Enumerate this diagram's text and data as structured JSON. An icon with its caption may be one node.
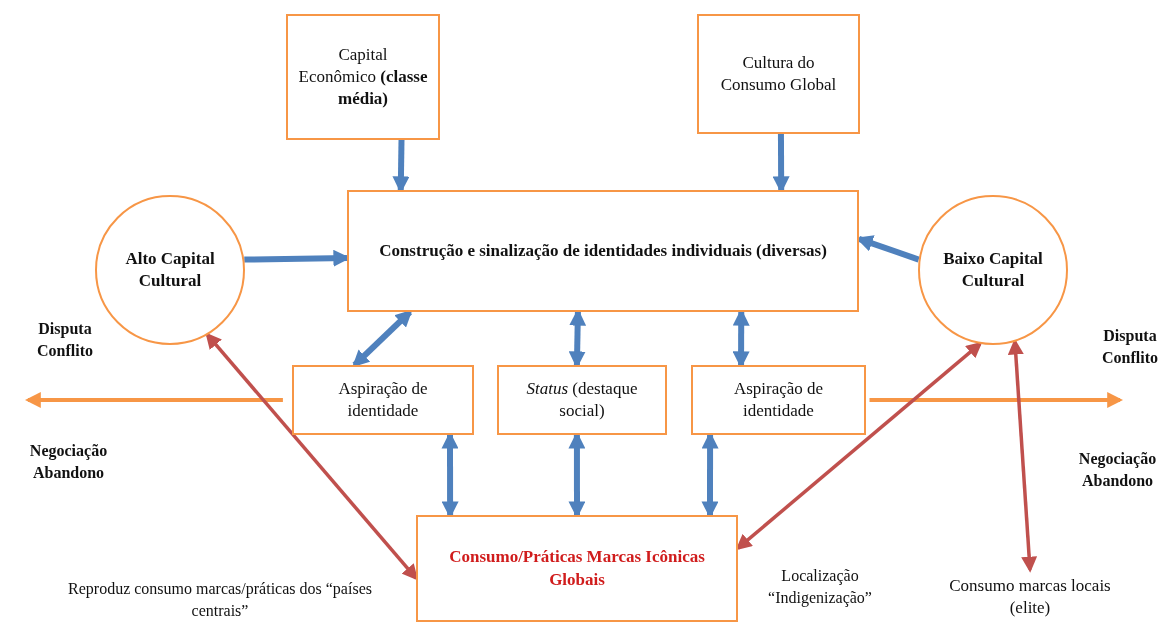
{
  "diagram": {
    "nodes": [
      {
        "text": [
          "Capital Econômico **(classe média)**"
        ]
      },
      {
        "text": [
          "Cultura do Consumo Global"
        ]
      },
      {
        "text": [
          "Alto Capital Cultural"
        ]
      },
      {
        "text": [
          "Construção e sinalização de identidades individuais (diversas)"
        ]
      },
      {
        "text": [
          "Baixo Capital Cultural"
        ]
      },
      {
        "text": [
          "Aspiração de identidade"
        ]
      },
      {
        "text": [
          "*Status* (destaque social)"
        ]
      },
      {
        "text": [
          "Aspiração de identidade"
        ]
      },
      {
        "text": [
          "Consumo/Práticas Marcas Icônicas Globais"
        ]
      },
      {
        "text": [
          "Consumo marcas locais (elite)"
        ]
      }
    ],
    "edges": [
      {
        "from": 0,
        "to": 3,
        "arrow": "to"
      },
      {
        "from": 1,
        "to": 3,
        "arrow": "to"
      },
      {
        "from": 2,
        "to": 3,
        "arrow": "to"
      },
      {
        "from": 4,
        "to": 3,
        "arrow": "to"
      },
      {
        "from": 3,
        "to": 5,
        "arrow": "both"
      },
      {
        "from": 3,
        "to": 6,
        "arrow": "both"
      },
      {
        "from": 3,
        "to": 7,
        "arrow": "both"
      },
      {
        "from": 8,
        "to": 5,
        "arrow": "both"
      },
      {
        "from": 8,
        "to": 6,
        "arrow": "both"
      },
      {
        "from": 8,
        "to": 7,
        "arrow": "both"
      },
      {
        "from": 5,
        "to": null,
        "arrow": "to",
        "color": "#f79646"
      },
      {
        "from": 7,
        "to": null,
        "arrow": "to",
        "color": "#f79646"
      },
      {
        "from": 2,
        "to": 8,
        "arrow": "both",
        "color": "#c0504d"
      },
      {
        "from": 4,
        "to": 8,
        "arrow": "both",
        "color": "#c0504d"
      },
      {
        "from": 4,
        "to": 9,
        "arrow": "both",
        "color": "#c0504d"
      }
    ],
    "labels": [
      "Disputa Conflito",
      "Negociação Abandono",
      "Disputa Conflito",
      "Negociação Abandono",
      "Reproduz consumo marcas/práticas dos “países centrais”",
      "Localização “Indigenização”"
    ]
  }
}
